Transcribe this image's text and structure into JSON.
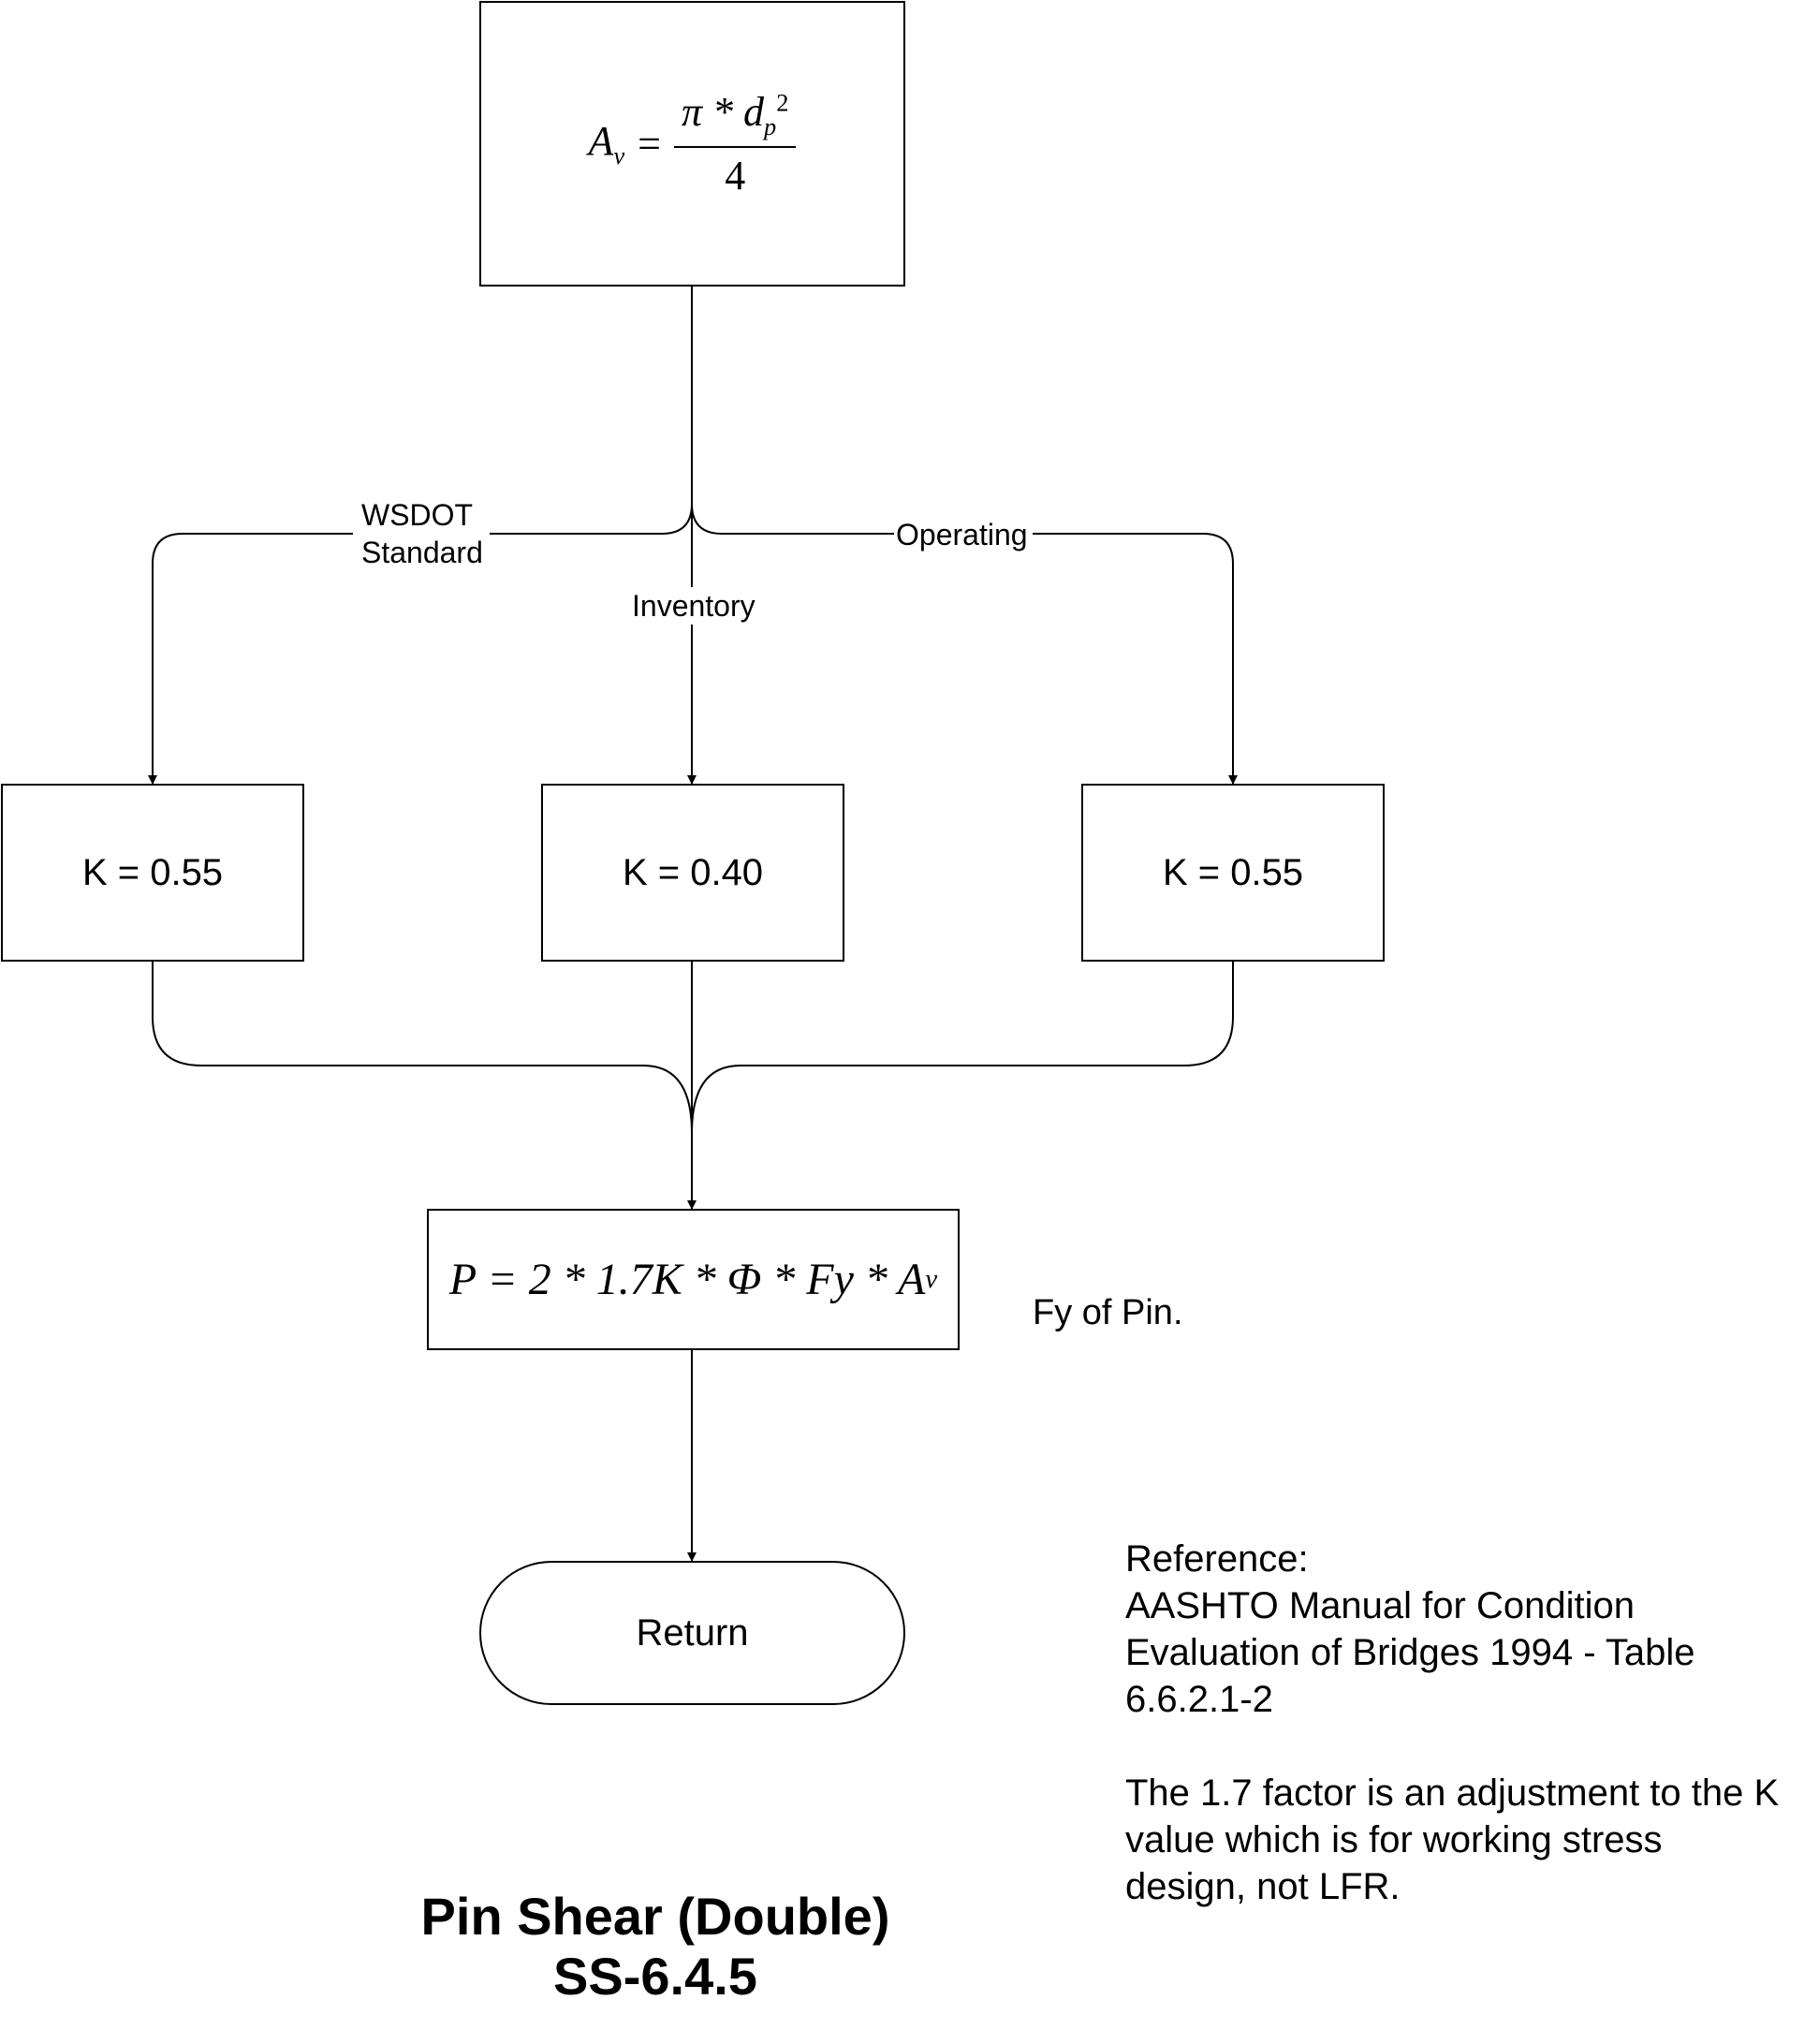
{
  "branches": {
    "left_label_line1": "WSDOT",
    "left_label_line2": "Standard",
    "middle_label": "Inventory",
    "right_label": "Operating"
  },
  "k_boxes": {
    "left": "K = 0.55",
    "middle": "K = 0.40",
    "right": "K = 0.55"
  },
  "formula_area": {
    "lhs": "A",
    "lhs_sub": "v",
    "equals": "=",
    "numerator_pi": "π * d",
    "numerator_sub": "p",
    "numerator_sup": "2",
    "denominator": "4"
  },
  "formula_load": {
    "text": "P = 2 * 1.7K * Φ * Fy * A",
    "sub": "v"
  },
  "fy_note": "Fy of Pin.",
  "return_label": "Return",
  "reference_note": "Reference:\nAASHTO Manual for Condition\nEvaluation of Bridges 1994 - Table\n6.6.2.1-2\n\nThe 1.7 factor is an adjustment to the K\nvalue which is for working stress\ndesign, not LFR.",
  "title": {
    "line1": "Pin Shear (Double)",
    "line2": "SS-6.4.5"
  }
}
